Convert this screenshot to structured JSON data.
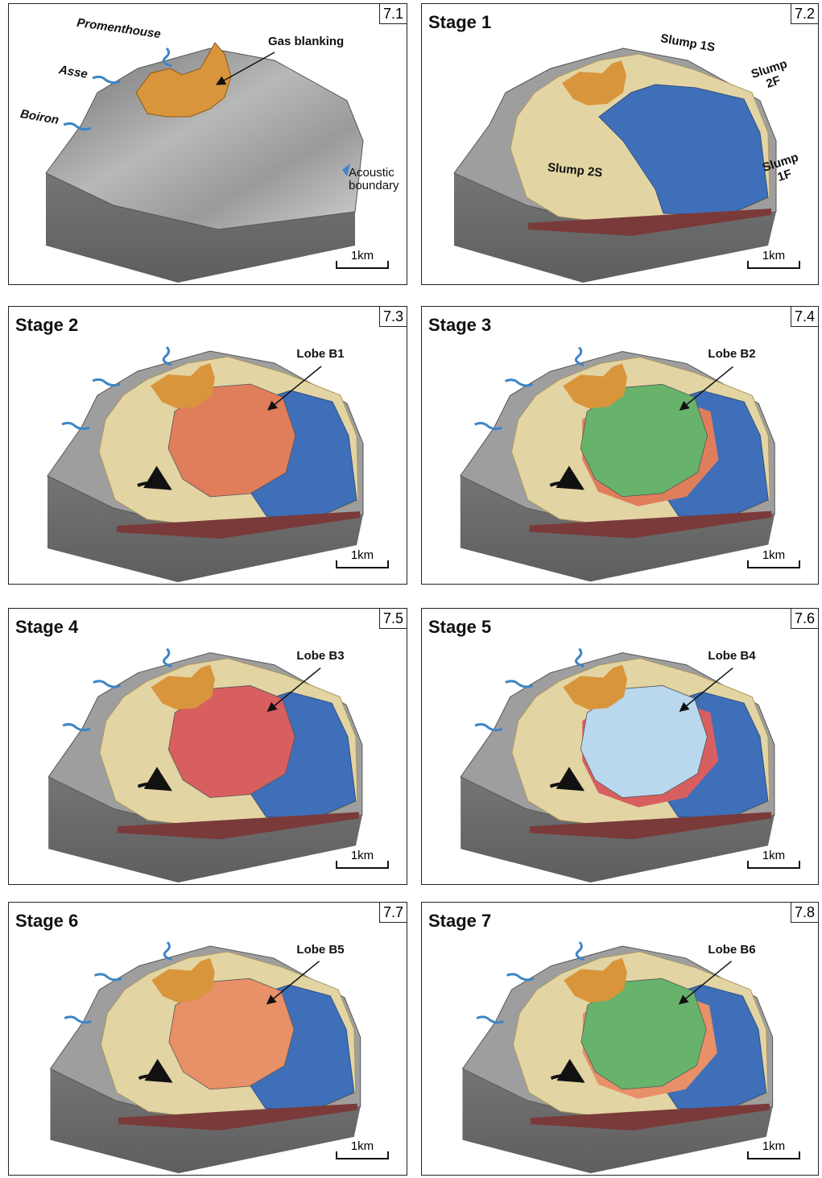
{
  "scale_label": "1km",
  "colors": {
    "sediment": "#e3d4a4",
    "gas": "#d9953c",
    "slump_blue": "#3f6fb8",
    "lobe_b1": "#e07e5c",
    "lobe_b2": "#67b36c",
    "lobe_b3": "#d85f5f",
    "lobe_b4": "#b9d8ee",
    "lobe_b5": "#e89068",
    "lobe_b6": "#67b36c",
    "base_block": "#7c7c7c",
    "river": "#3d85c6"
  },
  "panels": [
    {
      "number": "7.1",
      "stage": "",
      "labels": {
        "promenthouse": "Promenthouse",
        "gas_blanking": "Gas blanking",
        "asse": "Asse",
        "boiron": "Boiron",
        "acoustic_boundary": "Acoustic boundary"
      }
    },
    {
      "number": "7.2",
      "stage": "Stage 1",
      "labels": {
        "slump_1s": "Slump 1S",
        "slump_2f": "Slump 2F",
        "slump_2s": "Slump 2S",
        "slump_1f": "Slump 1F"
      }
    },
    {
      "number": "7.3",
      "stage": "Stage 2",
      "lobe": "Lobe B1"
    },
    {
      "number": "7.4",
      "stage": "Stage 3",
      "lobe": "Lobe B2"
    },
    {
      "number": "7.5",
      "stage": "Stage 4",
      "lobe": "Lobe B3"
    },
    {
      "number": "7.6",
      "stage": "Stage 5",
      "lobe": "Lobe B4"
    },
    {
      "number": "7.7",
      "stage": "Stage 6",
      "lobe": "Lobe B5"
    },
    {
      "number": "7.8",
      "stage": "Stage 7",
      "lobe": "Lobe B6"
    }
  ]
}
